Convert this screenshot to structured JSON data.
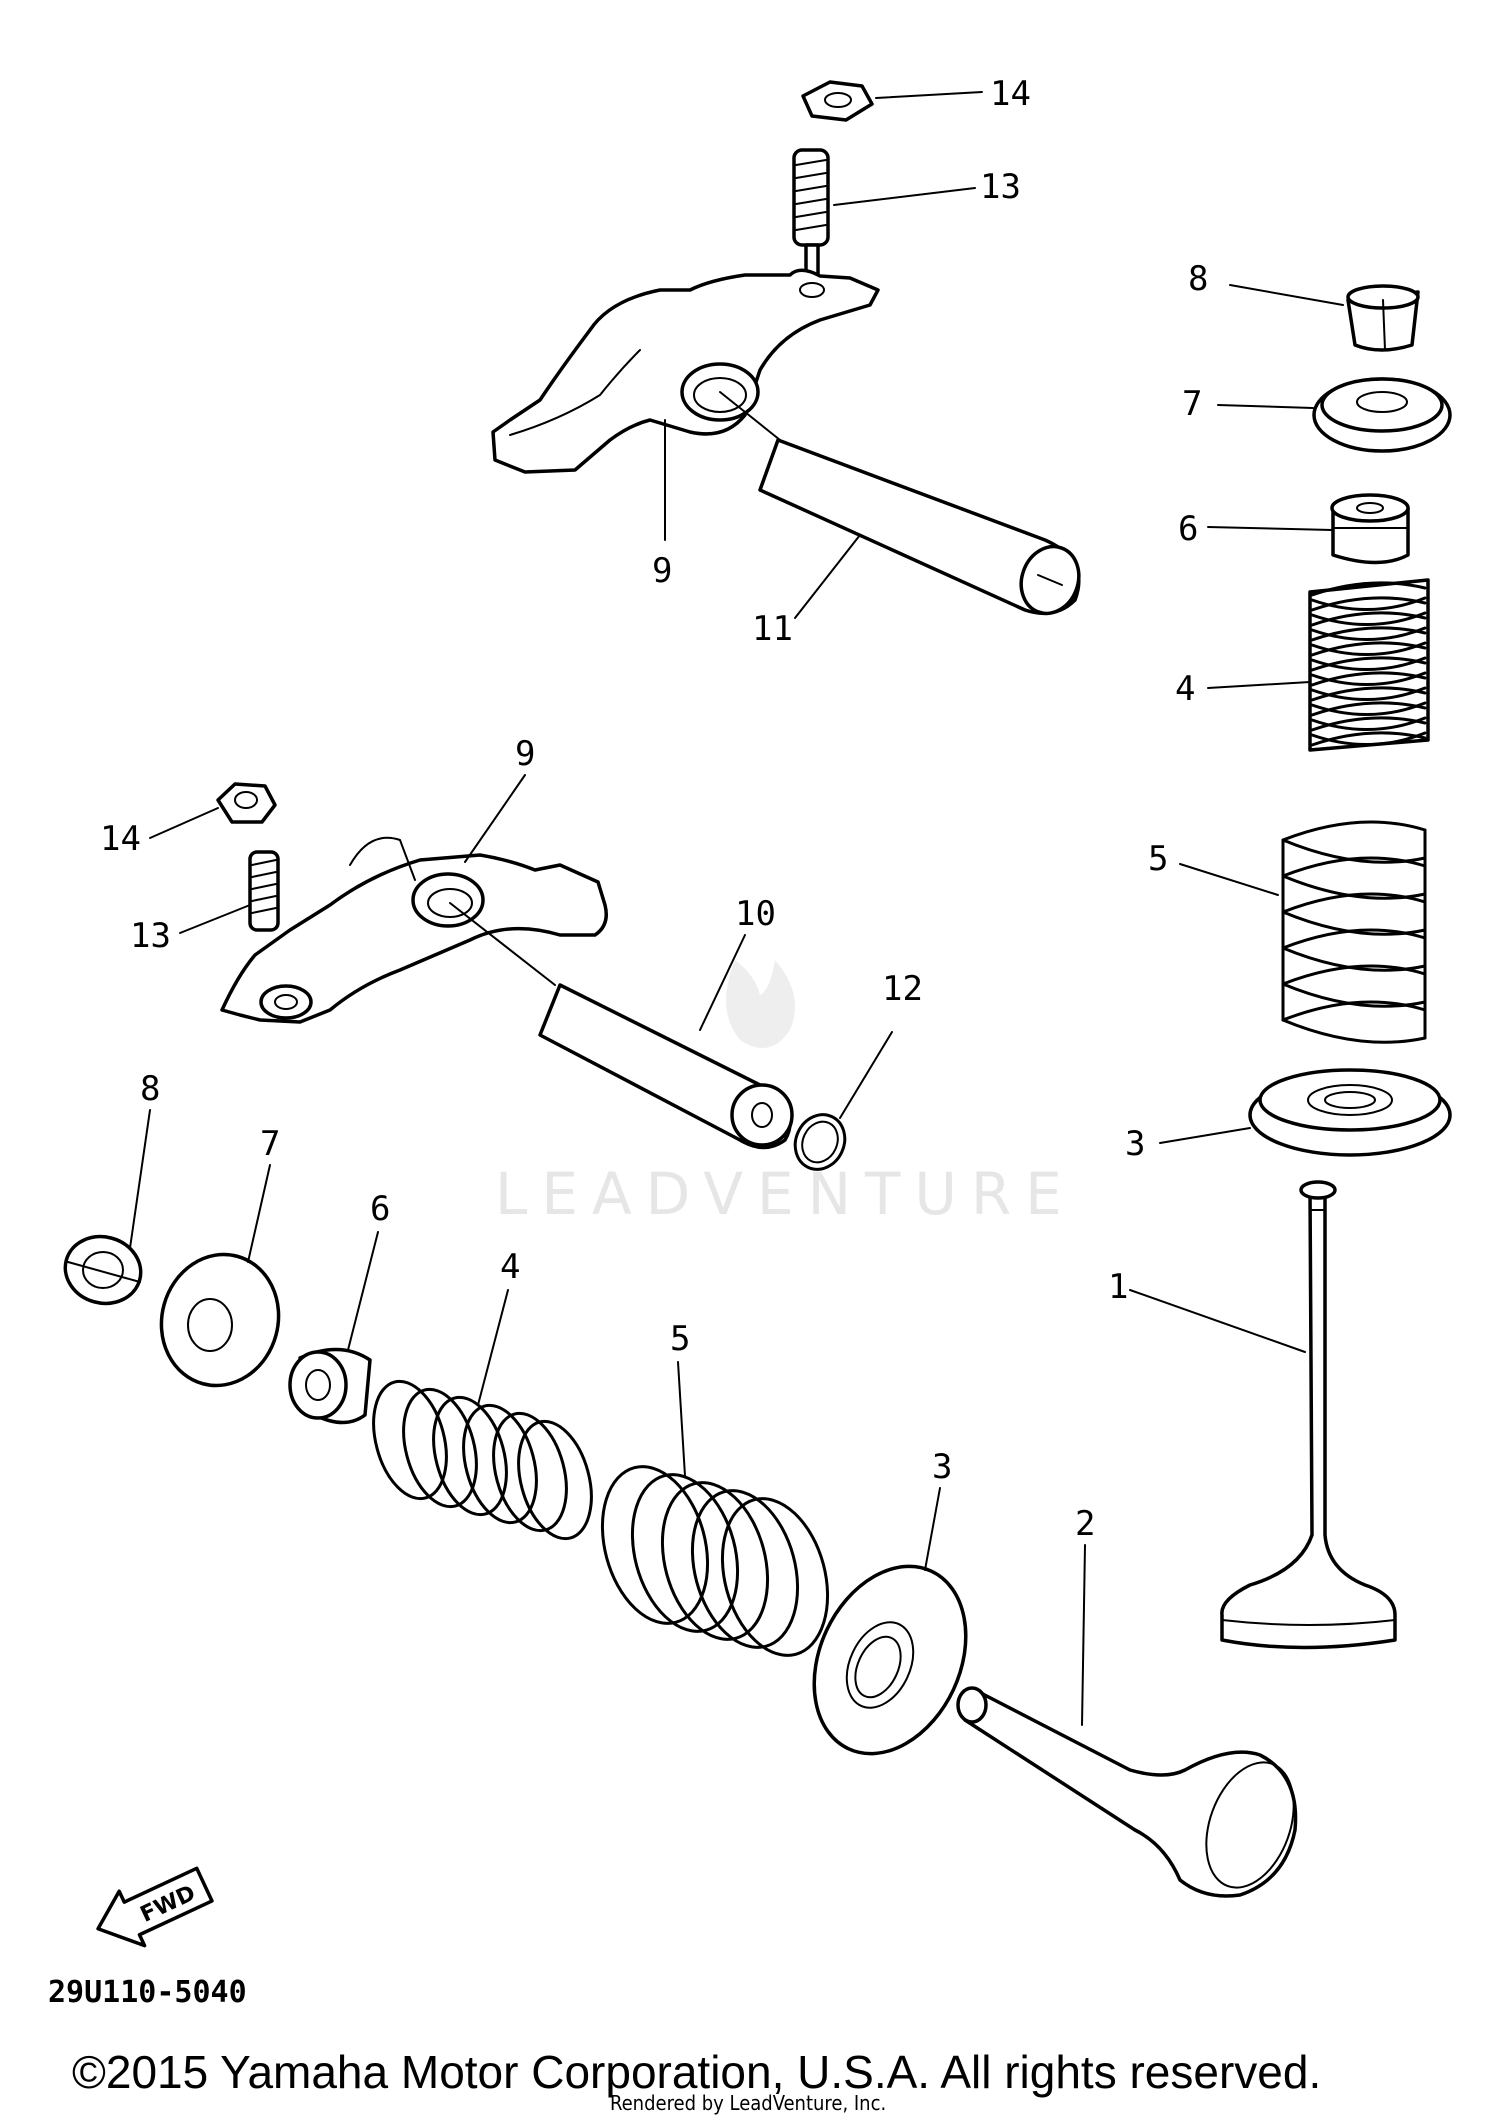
{
  "callouts": {
    "c14a": "14",
    "c13a": "13",
    "c9a": "9",
    "c11": "11",
    "c8a": "8",
    "c7a": "7",
    "c6a": "6",
    "c4a": "4",
    "c5a": "5",
    "c3a": "3",
    "c1": "1",
    "c9b": "9",
    "c14b": "14",
    "c13b": "13",
    "c10": "10",
    "c12": "12",
    "c8b": "8",
    "c7b": "7",
    "c6b": "6",
    "c4b": "4",
    "c5b": "5",
    "c3b": "3",
    "c2": "2"
  },
  "fwd_label": "FWD",
  "diagram_code": "29U110-5040",
  "watermark": "LEADVENTURE",
  "copyright": "©2015 Yamaha Motor Corporation, U.S.A. All rights reserved.",
  "rendered_by": "Rendered by LeadVenture, Inc."
}
